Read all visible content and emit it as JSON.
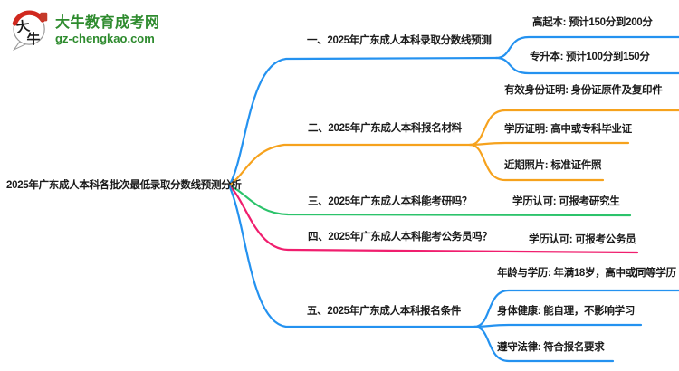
{
  "page": {
    "background": "#ffffff"
  },
  "logo": {
    "icon_char_top": "大",
    "icon_char_bottom": "牛",
    "site_name": "大牛教育成考网",
    "site_url": "gz-chengkao.com",
    "brand_green": "#2e8b2e",
    "seal_red": "#c43a2a",
    "arc_red": "#d0281e"
  },
  "mindmap": {
    "root": {
      "label": "2025年广东成人本科各批次最低录取分数线预测分析",
      "color": "#1b1b1b"
    },
    "branches": [
      {
        "label": "一、2025年广东成人本科录取分数线预测",
        "color": "#2492f0",
        "children": [
          "高起本: 预计150分到200分",
          "专升本: 预计100分到150分"
        ]
      },
      {
        "label": "二、2025年广东成人本科报名材料",
        "color": "#f6a21d",
        "children": [
          "有效身份证明: 身份证原件及复印件",
          "学历证明: 高中或专科毕业证",
          "近期照片: 标准证件照"
        ]
      },
      {
        "label": "三、2025年广东成人本科能考研吗？",
        "color": "#2cc36b",
        "children": [
          "学历认可: 可报考研究生"
        ]
      },
      {
        "label": "四、2025年广东成人本科能考公务员吗？",
        "color": "#f01e6e",
        "children": [
          "学历认可: 可报考公务员"
        ]
      },
      {
        "label": "五、2025年广东成人本科报名条件",
        "color": "#2492f0",
        "children": [
          "年龄与学历: 年满18岁，高中或同等学历",
          "身体健康: 能自理，不影响学习",
          "遵守法律: 符合报名要求"
        ]
      }
    ]
  }
}
